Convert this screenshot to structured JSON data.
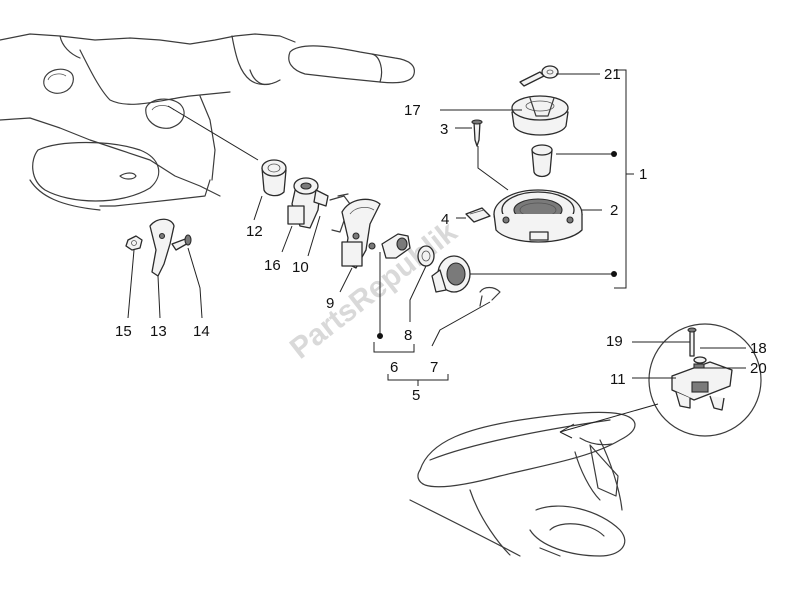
{
  "watermark": "PartsRepublik",
  "callouts": {
    "c1": "1",
    "c2": "2",
    "c3": "3",
    "c4": "4",
    "c5": "5",
    "c6": "6",
    "c7": "7",
    "c8": "8",
    "c9": "9",
    "c10": "10",
    "c11": "11",
    "c12": "12",
    "c13": "13",
    "c14": "14",
    "c15": "15",
    "c16": "16",
    "c17": "17",
    "c18": "18",
    "c19": "19",
    "c20": "20",
    "c21": "21"
  }
}
